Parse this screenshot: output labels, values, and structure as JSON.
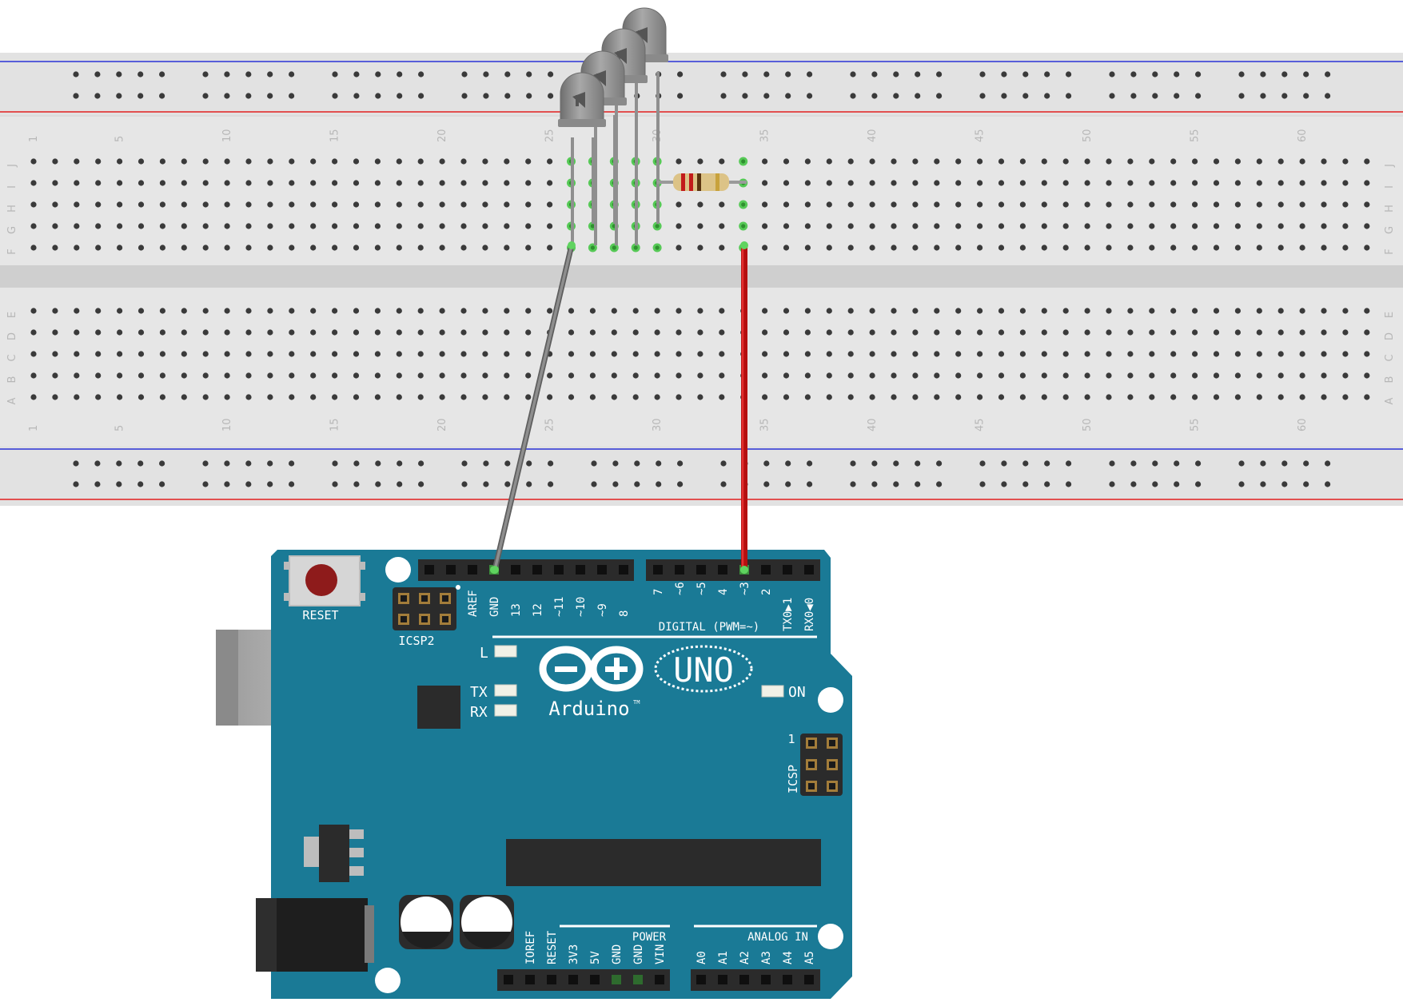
{
  "breadboard": {
    "row_letters_top": [
      "J",
      "I",
      "H",
      "G",
      "F"
    ],
    "row_letters_bottom": [
      "E",
      "D",
      "C",
      "B",
      "A"
    ],
    "column_numbers": [
      "1",
      "5",
      "10",
      "15",
      "20",
      "25",
      "30",
      "35",
      "40",
      "45",
      "50",
      "55",
      "60"
    ]
  },
  "arduino": {
    "reset_label": "RESET",
    "icsp2_label": "ICSP2",
    "icsp_label": "ICSP",
    "icsp_pin1": "1",
    "digital_header_title": "DIGITAL (PWM=~)",
    "digital_pins_left": [
      "AREF",
      "GND",
      "13",
      "12",
      "~11",
      "~10",
      "~9",
      "8"
    ],
    "digital_pins_right": [
      "7",
      "~6",
      "~5",
      "4",
      "~3",
      "2",
      "TX0▶1",
      "RX0◀0"
    ],
    "led_l": "L",
    "led_tx": "TX",
    "led_rx": "RX",
    "led_on": "ON",
    "logo_uno": "UNO",
    "logo_name": "Arduino",
    "logo_tm": "TM",
    "power_title": "POWER",
    "power_pins": [
      "IOREF",
      "RESET",
      "3V3",
      "5V",
      "GND",
      "GND",
      "VIN"
    ],
    "analog_title": "ANALOG IN",
    "analog_pins": [
      "A0",
      "A1",
      "A2",
      "A3",
      "A4",
      "A5"
    ]
  },
  "wires": [
    {
      "name": "gnd-wire",
      "color": "#7a7a7a"
    },
    {
      "name": "pin3-wire",
      "color": "#cc1111"
    }
  ],
  "colors": {
    "board_teal": "#1a7a96",
    "breadboard": "#dddddd",
    "rail_red": "#e02020",
    "rail_blue": "#2030d0",
    "led_body": "#8c8c8c",
    "connected_hole": "#5fd35f"
  }
}
